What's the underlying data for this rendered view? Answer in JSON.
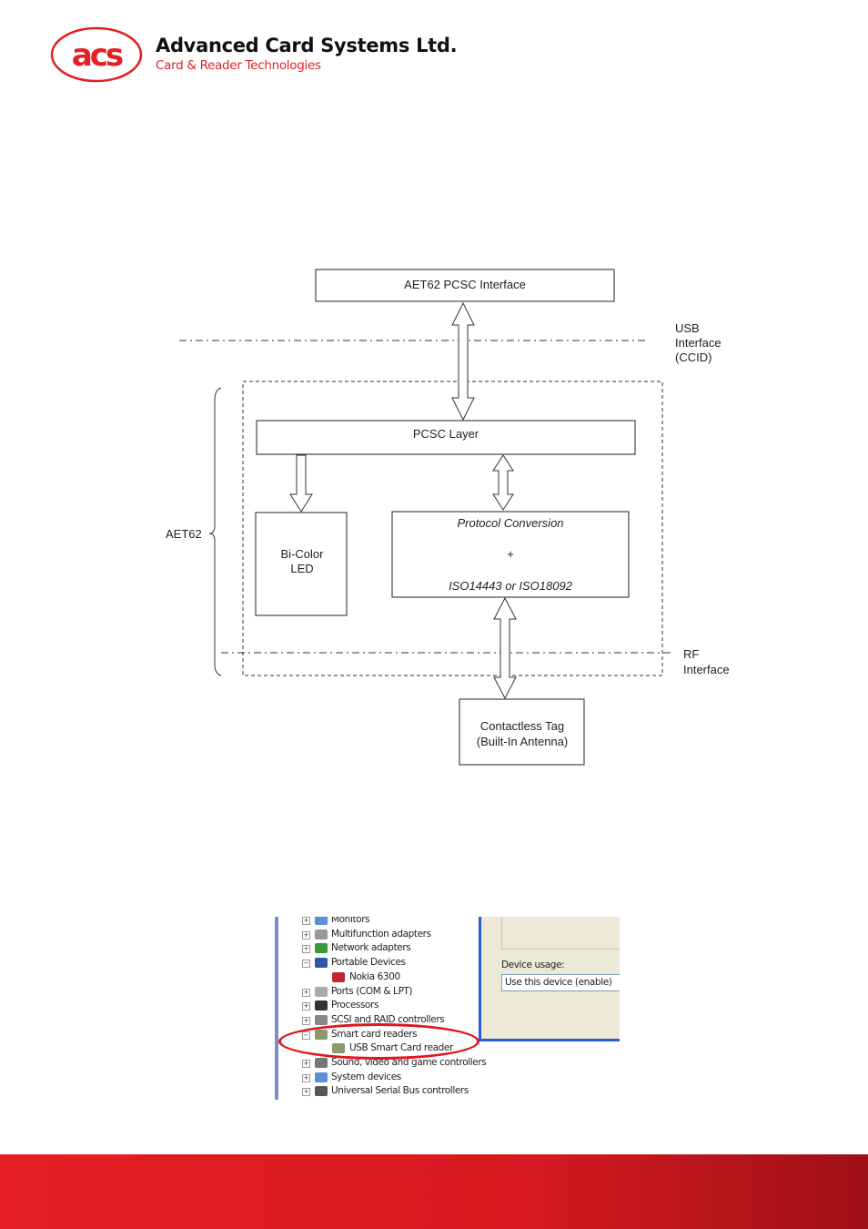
{
  "header": {
    "logo_text": "acs",
    "company": "Advanced Card Systems Ltd.",
    "tagline": "Card & Reader Technologies"
  },
  "diagram": {
    "pcsc_interface": "AET62 PCSC Interface",
    "usb_label": [
      "USB",
      "Interface",
      "(CCID)"
    ],
    "pcsc_layer": "PCSC Layer",
    "aet62": "AET62",
    "led": [
      "Bi-Color",
      "LED"
    ],
    "protocol": [
      "Protocol Conversion",
      "+",
      "ISO14443 or ISO18092"
    ],
    "rf_label": [
      "RF",
      "Interface"
    ],
    "tag": [
      "Contactless Tag",
      "(Built-In Antenna)"
    ]
  },
  "device_manager": {
    "items": [
      {
        "label": "Monitors",
        "exp": "+",
        "color": "#5b8fd6"
      },
      {
        "label": "Multifunction adapters",
        "exp": "+",
        "color": "#999"
      },
      {
        "label": "Network adapters",
        "exp": "+",
        "color": "#3a9a3a"
      },
      {
        "label": "Portable Devices",
        "exp": "−",
        "color": "#3255a8"
      },
      {
        "label": "Nokia 6300",
        "child": true,
        "color": "#c0262e"
      },
      {
        "label": "Ports (COM & LPT)",
        "exp": "+",
        "color": "#aaa"
      },
      {
        "label": "Processors",
        "exp": "+",
        "color": "#333"
      },
      {
        "label": "SCSI and RAID controllers",
        "exp": "+",
        "color": "#888"
      },
      {
        "label": "Smart card readers",
        "exp": "−",
        "color": "#8a9a6a"
      },
      {
        "label": "USB Smart Card reader",
        "child": true,
        "color": "#8a9a6a"
      },
      {
        "label": "Sound, video and game controllers",
        "exp": "+",
        "color": "#777"
      },
      {
        "label": "System devices",
        "exp": "+",
        "color": "#5b8fd6"
      },
      {
        "label": "Universal Serial Bus controllers",
        "exp": "+",
        "color": "#555"
      }
    ],
    "device_usage_label": "Device usage:",
    "device_usage_value": "Use this device (enable)"
  },
  "colors": {
    "brand_red": "#e31e24"
  }
}
